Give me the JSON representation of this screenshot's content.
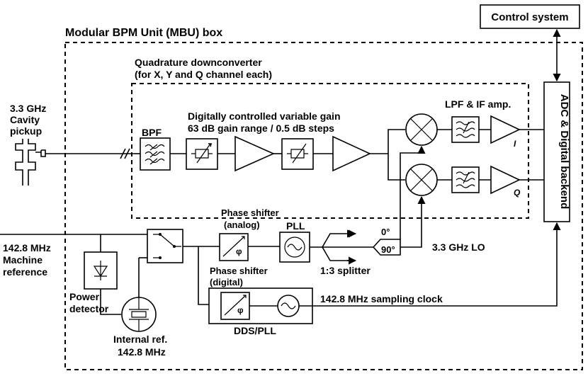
{
  "labels": {
    "control_system": "Control system",
    "mbu_box": "Modular BPM Unit (MBU) box",
    "quad_title_1": "Quadrature downconverter",
    "quad_title_2": "(for X, Y and Q channel each)",
    "cavity_1": "3.3 GHz",
    "cavity_2": "Cavity",
    "cavity_3": "pickup",
    "bpf": "BPF",
    "vga_1": "Digitally controlled variable gain",
    "vga_2": "63 dB gain range / 0.5 dB steps",
    "lpf_if": "LPF & IF amp.",
    "i_out": "I",
    "q_out": "Q",
    "adc": "ADC & Digital backend",
    "ref_1": "142.8 MHz",
    "ref_2": "Machine",
    "ref_3": "reference",
    "ps_analog_1": "Phase shifter",
    "ps_analog_2": "(analog)",
    "pll": "PLL",
    "deg0": "0°",
    "deg90": "90°",
    "lo": "3.3 GHz LO",
    "splitter": "1:3 splitter",
    "ps_digital_1": "Phase shifter",
    "ps_digital_2": "(digital)",
    "power_1": "Power",
    "power_2": "detector",
    "clock": "142.8 MHz sampling clock",
    "dds_pll": "DDS/PLL",
    "int_ref_1": "Internal ref.",
    "int_ref_2": "142.8 MHz",
    "phi": "φ"
  }
}
